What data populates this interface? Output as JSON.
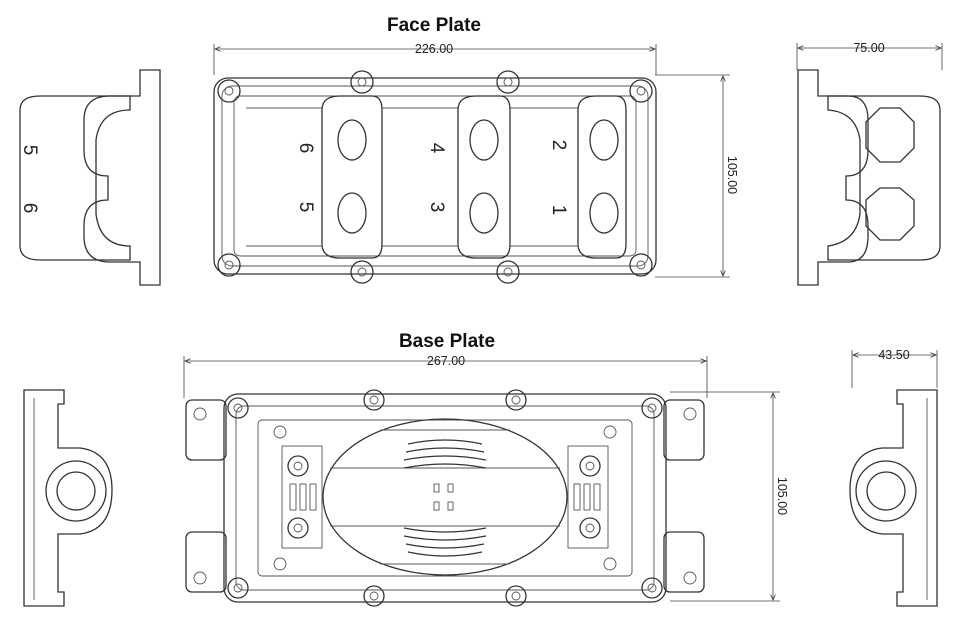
{
  "face_plate": {
    "title": "Face Plate",
    "width_dim": "226.00",
    "height_dim": "105.00",
    "side_dim": "75.00",
    "port_labels": [
      "1",
      "2",
      "3",
      "4",
      "5",
      "6"
    ],
    "side_labels": [
      "5",
      "6"
    ]
  },
  "base_plate": {
    "title": "Base Plate",
    "width_dim": "267.00",
    "height_dim": "105.00",
    "side_dim": "43.50"
  }
}
